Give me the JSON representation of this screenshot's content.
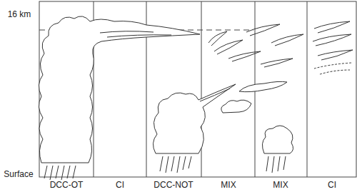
{
  "diagram": {
    "labels": [
      "16 km",
      "Surface",
      "DCC-OT",
      "CI",
      "DCC-NOT",
      "MIX",
      "MIX",
      "CI"
    ]
  }
}
